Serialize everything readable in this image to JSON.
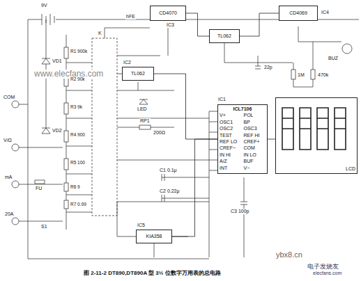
{
  "diagram": {
    "caption": "图 2-11-2  DT890,DT890A 型 3½ 位数字万用表的总电路",
    "nodes": [
      {
        "text": [
          "CD4070"
        ]
      },
      {
        "text": [
          "TL062"
        ]
      },
      {
        "text": [
          "CD4069"
        ]
      },
      {
        "text": [
          "TL062"
        ]
      },
      {
        "text": [
          "ICL7106",
          "V+",
          "POL",
          "OSC1",
          "BP",
          "OSC2",
          "OSC3",
          "TEST",
          "REF HI",
          "REF LO",
          "CREF+",
          "CREF−",
          "COM",
          "IN HI",
          "IN LO",
          "A/Z",
          "BUF",
          "INT",
          "V−"
        ]
      },
      {
        "text": [
          "LCD"
        ]
      },
      {
        "text": [
          "KIA358"
        ]
      }
    ],
    "edges": [
      {
        "from": 0,
        "to": 1,
        "arrow": "none"
      },
      {
        "from": 1,
        "to": 2,
        "arrow": "none"
      },
      {
        "from": 3,
        "to": 4,
        "arrow": "none"
      },
      {
        "from": 4,
        "to": 5,
        "arrow": "none"
      },
      {
        "from": 6,
        "to": 4,
        "arrow": "none"
      }
    ],
    "labels": [
      "www.elecfans.com",
      "COM",
      "V/Ω",
      "mA",
      "20A",
      "9V",
      "hFE",
      "R1 900k",
      "R2 90k",
      "R3 9k",
      "R4 900",
      "R5 100",
      "R6 9",
      "R7 0.99",
      "S1",
      "FU",
      "K",
      "LED",
      "C1 0.1μ",
      "C2 0.22μ",
      "C3 100p",
      "RP1",
      "200Ω",
      "VD1",
      "VD2",
      "BUZ",
      "22p",
      "1M",
      "470k",
      "IC1",
      "IC2",
      "IC3",
      "IC4",
      "IC5",
      "ybx8.cn",
      "电子发烧友",
      "elecfans.com"
    ]
  }
}
